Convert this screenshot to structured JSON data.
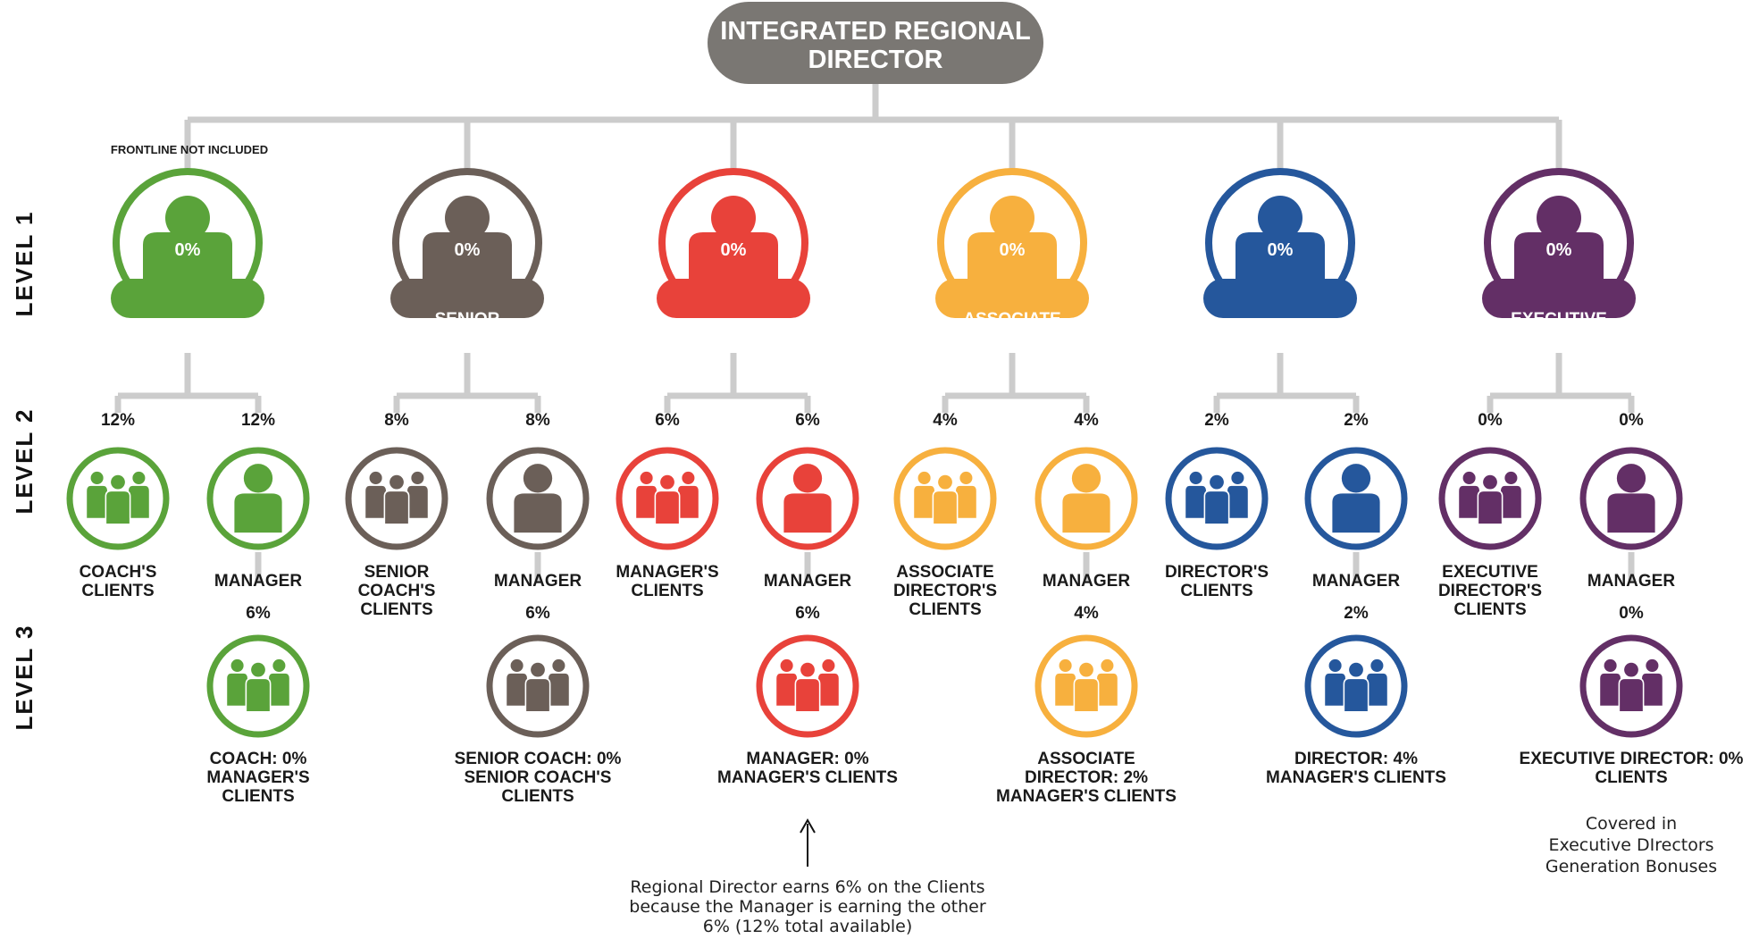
{
  "top": {
    "title": [
      "INTEGRATED REGIONAL",
      "DIRECTOR"
    ],
    "color": "#7a7773"
  },
  "frontline_note": "FRONTLINE NOT INCLUDED",
  "levels": [
    "LEVEL 1",
    "LEVEL 2",
    "LEVEL 3"
  ],
  "connector_color": "#cccccc",
  "ranks": [
    {
      "key": "coach",
      "color": "#5aa33a",
      "title": [
        "COACH"
      ],
      "pct": "0%",
      "clients": {
        "pct": "12%",
        "label": [
          "COACH'S",
          "CLIENTS"
        ]
      },
      "manager": {
        "pct": "12%",
        "label": "MANAGER",
        "sub_pct": "6%"
      },
      "level3": [
        "COACH: 0%",
        "MANAGER'S",
        "CLIENTS"
      ]
    },
    {
      "key": "senior-coach",
      "color": "#6b5f58",
      "title": [
        "SENIOR",
        "COACH"
      ],
      "pct": "0%",
      "clients": {
        "pct": "8%",
        "label": [
          "SENIOR",
          "COACH'S",
          "CLIENTS"
        ]
      },
      "manager": {
        "pct": "8%",
        "label": "MANAGER",
        "sub_pct": "6%"
      },
      "level3": [
        "SENIOR COACH: 0%",
        "SENIOR COACH'S",
        "CLIENTS"
      ]
    },
    {
      "key": "manager",
      "color": "#e8423a",
      "title": [
        "MANAGER"
      ],
      "pct": "0%",
      "clients": {
        "pct": "6%",
        "label": [
          "MANAGER'S",
          "CLIENTS"
        ]
      },
      "manager": {
        "pct": "6%",
        "label": "MANAGER",
        "sub_pct": "6%"
      },
      "level3": [
        "MANAGER: 0%",
        "MANAGER'S CLIENTS"
      ]
    },
    {
      "key": "associate-director",
      "color": "#f7b03e",
      "title": [
        "ASSOCIATE",
        "DIRECTOR"
      ],
      "pct": "0%",
      "clients": {
        "pct": "4%",
        "label": [
          "ASSOCIATE",
          "DIRECTOR'S",
          "CLIENTS"
        ]
      },
      "manager": {
        "pct": "4%",
        "label": "MANAGER",
        "sub_pct": "4%"
      },
      "level3": [
        "ASSOCIATE",
        "DIRECTOR: 2%",
        "MANAGER'S CLIENTS"
      ]
    },
    {
      "key": "director",
      "color": "#25579c",
      "title": [
        "DIRECTOR"
      ],
      "pct": "0%",
      "clients": {
        "pct": "2%",
        "label": [
          "DIRECTOR'S",
          "CLIENTS"
        ]
      },
      "manager": {
        "pct": "2%",
        "label": "MANAGER",
        "sub_pct": "2%"
      },
      "level3": [
        "DIRECTOR: 4%",
        "MANAGER'S CLIENTS"
      ]
    },
    {
      "key": "executive-director",
      "color": "#632f66",
      "title": [
        "EXECUTIVE",
        "DIRECTOR"
      ],
      "pct": "0%",
      "clients": {
        "pct": "0%",
        "label": [
          "EXECUTIVE",
          "DIRECTOR'S",
          "CLIENTS"
        ]
      },
      "manager": {
        "pct": "0%",
        "label": "MANAGER",
        "sub_pct": "0%"
      },
      "level3": [
        "EXECUTIVE DIRECTOR: 0%",
        "CLIENTS"
      ]
    }
  ],
  "note_manager": [
    "Regional Director earns 6% on the Clients",
    "because the Manager is earning the other",
    "6% (12% total available)"
  ],
  "note_executive": [
    "Covered in",
    "Executive DIrectors",
    "Generation Bonuses"
  ]
}
